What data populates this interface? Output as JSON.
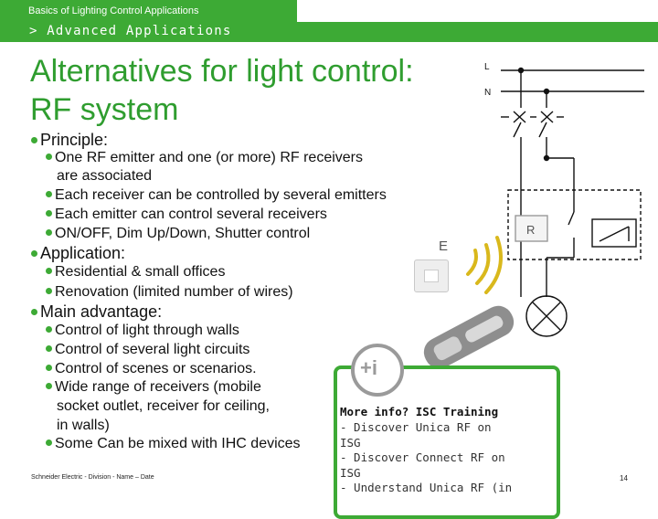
{
  "header": {
    "section": "Basics of Lighting Control Applications",
    "breadcrumb": "> Advanced Applications"
  },
  "slide": {
    "title_line1": "Alternatives for light control:",
    "title_line2": "RF system"
  },
  "bullets": {
    "principle": "Principle:",
    "principle_items": [
      "One RF emitter and one (or more) RF receivers",
      "are associated",
      "Each receiver can be controlled by several emitters",
      "Each emitter can control several receivers",
      "ON/OFF, Dim Up/Down, Shutter control"
    ],
    "application": "Application:",
    "application_items": [
      "Residential & small offices",
      "Renovation (limited number of wires)"
    ],
    "advantage": "Main advantage:",
    "advantage_items": [
      "Control of light through walls",
      "Control of several light circuits",
      "Control of scenes or scenarios.",
      "Wide range of receivers (mobile",
      "socket outlet, receiver for ceiling,",
      "in walls)",
      "Some Can be mixed with IHC devices"
    ]
  },
  "diagram": {
    "label_L": "L",
    "label_N": "N",
    "label_R": "R",
    "label_E": "E"
  },
  "callout": {
    "icon_text": "+i",
    "heading": "More info? ISC Training",
    "lines": [
      "- Discover Unica RF on",
      "ISG",
      "- Discover Connect RF on",
      "ISG",
      "- Understand Unica RF (in"
    ]
  },
  "footer": {
    "text": "Schneider Electric - Division - Name – Date",
    "page": "14"
  },
  "colors": {
    "brand_green": "#3daa35",
    "title_green": "#2f9d2f",
    "signal_yellow": "#d9b81c"
  }
}
